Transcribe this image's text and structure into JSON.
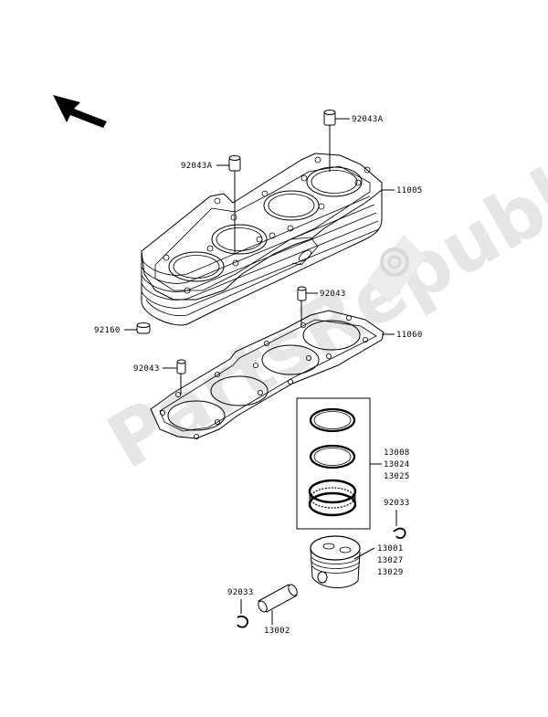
{
  "watermark": "PartsRepublik",
  "labels": {
    "dowel_top": "92043A",
    "dowel_left": "92043A",
    "cylinder": "11005",
    "dowel_mid": "92043",
    "cap": "92160",
    "gasket": "11060",
    "dowel_low": "92043",
    "ring_1": "13008",
    "ring_2": "13024",
    "ring_3": "13025",
    "clip_right": "92033",
    "piston_1": "13001",
    "piston_2": "13027",
    "piston_3": "13029",
    "clip_left": "92033",
    "pin": "13002"
  },
  "colors": {
    "line": "#000000",
    "watermark": "#e6e6e6"
  },
  "icons": {
    "arrow": "front-direction-arrow-icon",
    "gear": "gear-icon"
  }
}
